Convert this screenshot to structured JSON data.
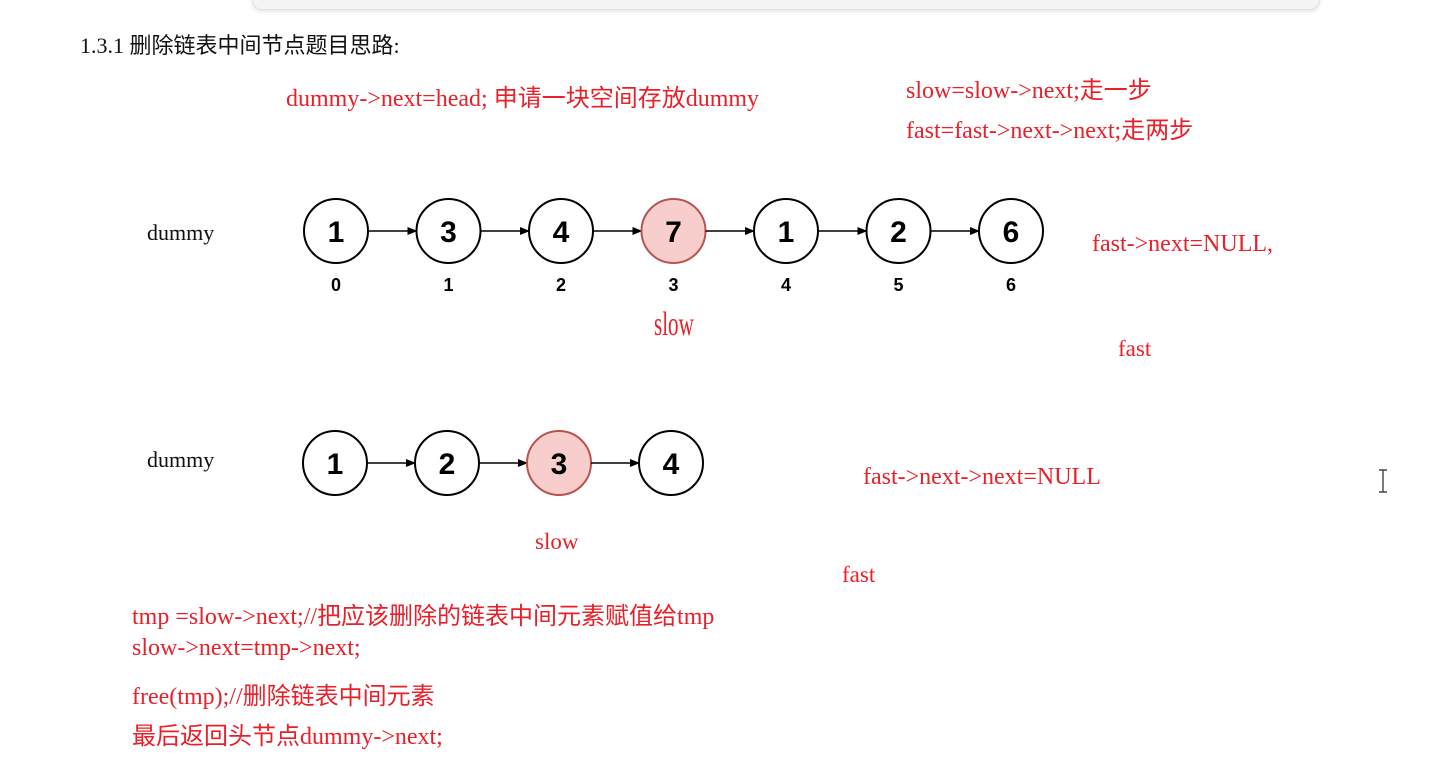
{
  "heading": "1.3.1 删除链表中间节点题目思路:",
  "notes": {
    "dummy_alloc": "dummy->next=head;   申请一块空间存放dummy",
    "slow_step": "slow=slow->next;走一步",
    "fast_step": "fast=fast->next->next;走两步",
    "cond_odd": "fast->next=NULL,",
    "cond_even": "fast->next->next=NULL"
  },
  "list1": {
    "label": "dummy",
    "nodes": [
      "1",
      "3",
      "4",
      "7",
      "1",
      "2",
      "6"
    ],
    "indices": [
      "0",
      "1",
      "2",
      "3",
      "4",
      "5",
      "6"
    ],
    "highlight_index": 3,
    "slow_label": "slow",
    "fast_label": "fast"
  },
  "list2": {
    "label": "dummy",
    "nodes": [
      "1",
      "2",
      "3",
      "4"
    ],
    "highlight_index": 2,
    "slow_label": "slow",
    "fast_label": "fast"
  },
  "code": {
    "line1": "tmp =slow->next;//把应该删除的链表中间元素赋值给tmp",
    "line2": "slow->next=tmp->next;",
    "line3": "free(tmp);//删除链表中间元素",
    "line4": "最后返回头节点dummy->next;"
  },
  "colors": {
    "accent_red": "#e8202a",
    "node_highlight_fill": "#f8cecc",
    "node_highlight_stroke": "#b85450"
  },
  "icons": {
    "cursor": "text-cursor-icon"
  }
}
